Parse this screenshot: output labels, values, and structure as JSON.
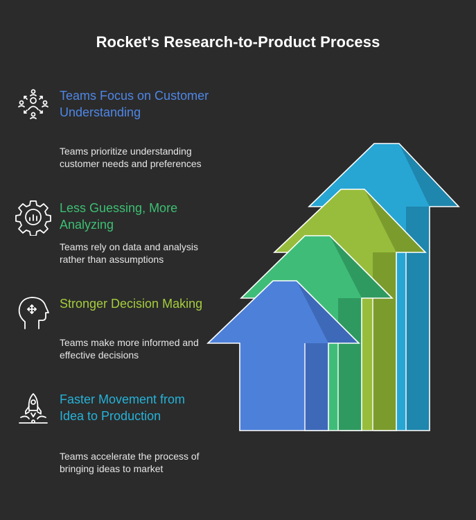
{
  "title": "Rocket's Research-to-Product Process",
  "items": [
    {
      "heading": "Teams Focus on Customer Understanding",
      "description": "Teams prioritize understanding customer needs and preferences",
      "color": "#4f87e6",
      "icon": "customer-network-icon"
    },
    {
      "heading": "Less Guessing, More Analyzing",
      "description": "Teams rely on data and analysis rather than assumptions",
      "color": "#3dbf73",
      "icon": "gear-analytics-icon"
    },
    {
      "heading": "Stronger Decision Making",
      "description": "Teams make more informed and effective decisions",
      "color": "#a5cc3d",
      "icon": "head-decision-icon"
    },
    {
      "heading": "Faster Movement from Idea to Production",
      "description": "Teams accelerate the process of bringing ideas to market",
      "color": "#26b2d8",
      "icon": "rocket-icon"
    }
  ],
  "arrow_colors": {
    "blue": "#4d80d9",
    "green": "#3fbd78",
    "lime": "#98bd3c",
    "cyan": "#27a5d3"
  }
}
